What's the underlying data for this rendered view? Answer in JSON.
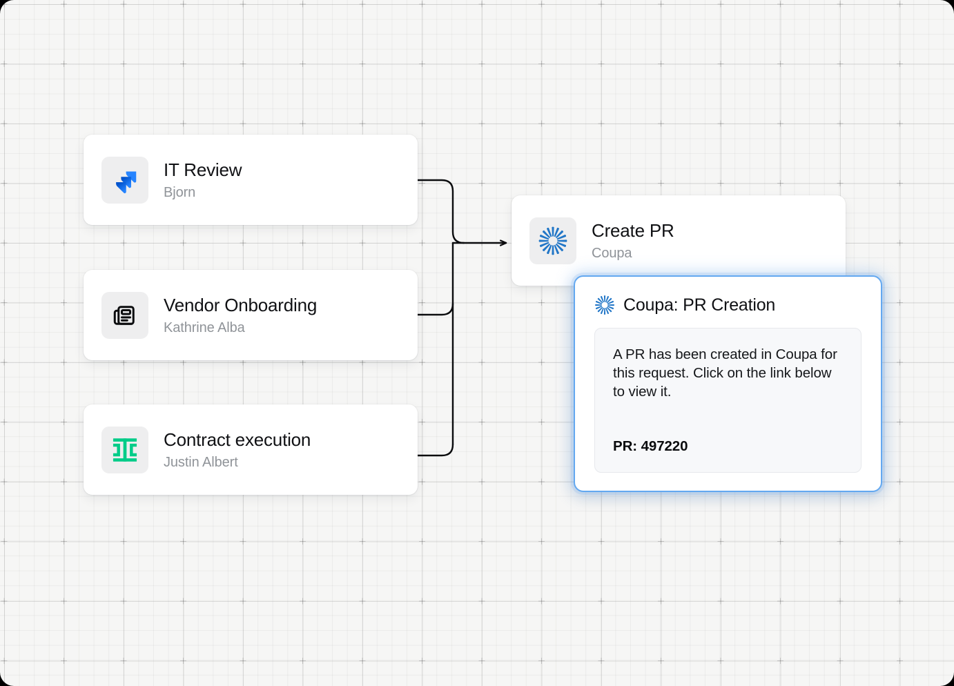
{
  "canvas": {
    "background_color": "#f6f6f5",
    "grid": "dotted-grid-with-crosshair-markers"
  },
  "nodes": [
    {
      "id": "it-review",
      "title": "IT Review",
      "subtitle": "Bjorn",
      "icon": "jira-icon",
      "icon_color": "#2684ff"
    },
    {
      "id": "vendor-onboarding",
      "title": "Vendor Onboarding",
      "subtitle": "Kathrine Alba",
      "icon": "newspaper-icon",
      "icon_color": "#0b0c0e"
    },
    {
      "id": "contract-execution",
      "title": "Contract execution",
      "subtitle": "Justin Albert",
      "icon": "contract-beam-icon",
      "icon_color": "#00cc88"
    },
    {
      "id": "create-pr",
      "title": "Create PR",
      "subtitle": "Coupa",
      "icon": "coupa-flower-icon",
      "icon_color": "#2176c7"
    }
  ],
  "popup": {
    "icon": "coupa-flower-icon",
    "title": "Coupa: PR Creation",
    "message": "A PR has been created in Coupa for this request. Click on the link below to view it.",
    "pr_label": "PR: 497220",
    "border_color": "#63a8f0",
    "glow_color": "#6aa8f0"
  },
  "connectors": {
    "stroke_color": "#0b0c0e",
    "description": "Three source cards merge into a vertical trunk that feeds an arrow into Create PR"
  }
}
